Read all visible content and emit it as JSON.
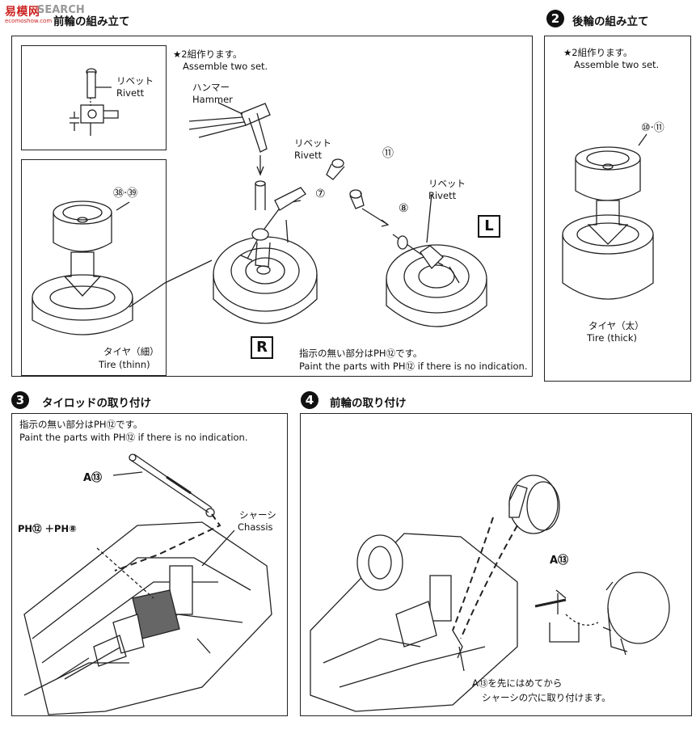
{
  "watermark": {
    "logo_text": "易模网",
    "search_text": "SEARCH",
    "url": "ecomoshow.com"
  },
  "step1": {
    "title": "前輪の組み立て"
  },
  "step2": {
    "number": "2",
    "title": "後輪の組み立て",
    "note_jp": "★2組作ります。",
    "note_en": "Assemble two set.",
    "part": "⑩·⑪",
    "tire_jp": "タイヤ（太）",
    "tire_en": "Tire (thick)"
  },
  "step3": {
    "number": "3",
    "title": "タイロッドの取り付け",
    "paint_jp": "指示の無い部分はPH⑫です。",
    "paint_en": "Paint the parts with PH⑫ if there is no indication.",
    "part_a": "A⑬",
    "paint_mix": "PH⑫ ＋PH⑧",
    "chassis_jp": "シャーシ",
    "chassis_en": "Chassis"
  },
  "step4": {
    "number": "4",
    "title": "前輪の取り付け",
    "part_a": "A⑬",
    "note1_jp": "A⑬を先にはめてから",
    "note2_jp": "シャーシの穴に取り付けます。"
  },
  "step1_panel": {
    "rivet_jp": "リベット",
    "rivet_en": "Rivett",
    "note_jp": "★2組作ります。",
    "note_en": "Assemble two set.",
    "hammer_jp": "ハンマー",
    "hammer_en": "Hammer",
    "rivet2_jp": "リベット",
    "rivet2_en": "Rivett",
    "rivet3_jp": "リベット",
    "rivet3_en": "Rivett",
    "part_11": "⑪",
    "part_7": "⑦",
    "part_8": "⑧",
    "wheel_part": "㊳·㊴",
    "tire_jp": "タイヤ（細）",
    "tire_en": "Tire (thinn)",
    "label_r": "R",
    "label_l": "L",
    "paint_jp": "指示の無い部分はPH⑫です。",
    "paint_en": "Paint the parts with PH⑫ if there is no indication."
  }
}
